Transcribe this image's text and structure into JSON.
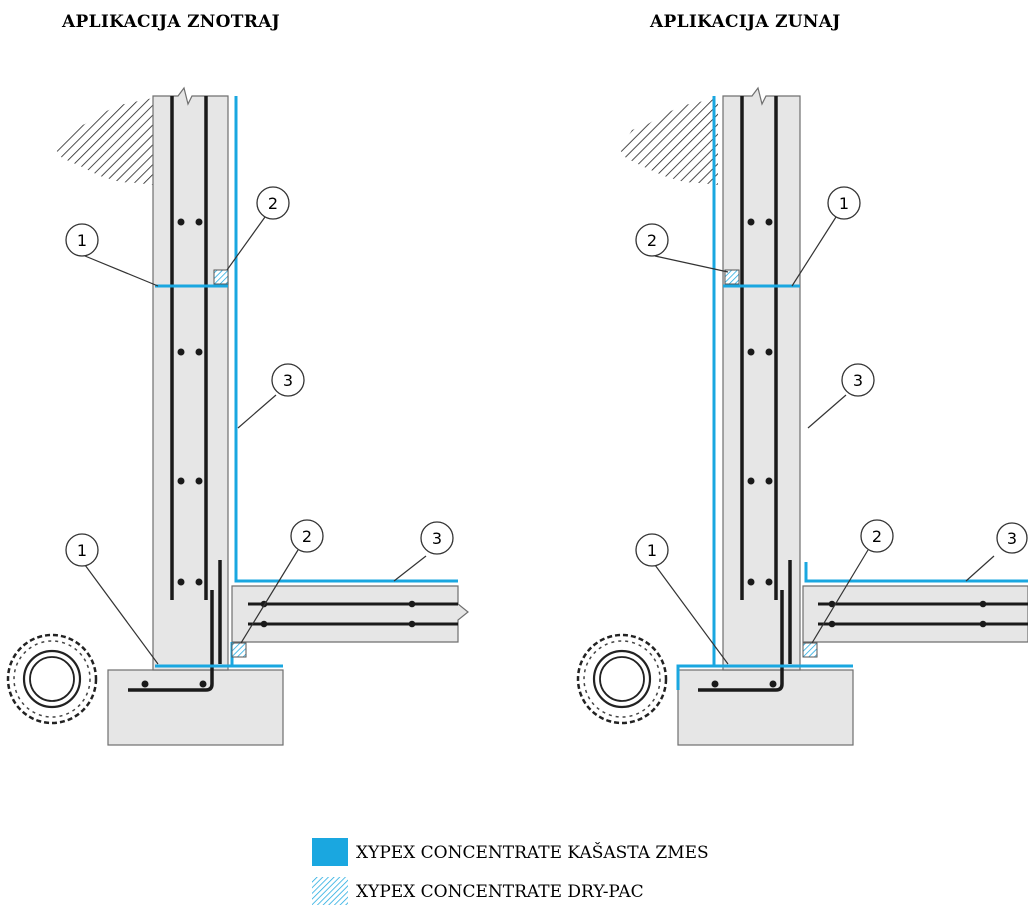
{
  "titles": {
    "left": "APLIKACIJA ZNOTRAJ",
    "right": "APLIKACIJA ZUNAJ"
  },
  "callouts": {
    "one": "1",
    "two": "2",
    "three": "3"
  },
  "legend": {
    "slurry": "XYPEX CONCENTRATE KAŠASTA ZMES",
    "drypac": "XYPEX CONCENTRATE DRY-PAC"
  },
  "colors": {
    "coating": "#1aa7e0",
    "concrete": "#e6e6e6",
    "outline": "#6f6f6f",
    "rebar": "#1a1a1a"
  }
}
